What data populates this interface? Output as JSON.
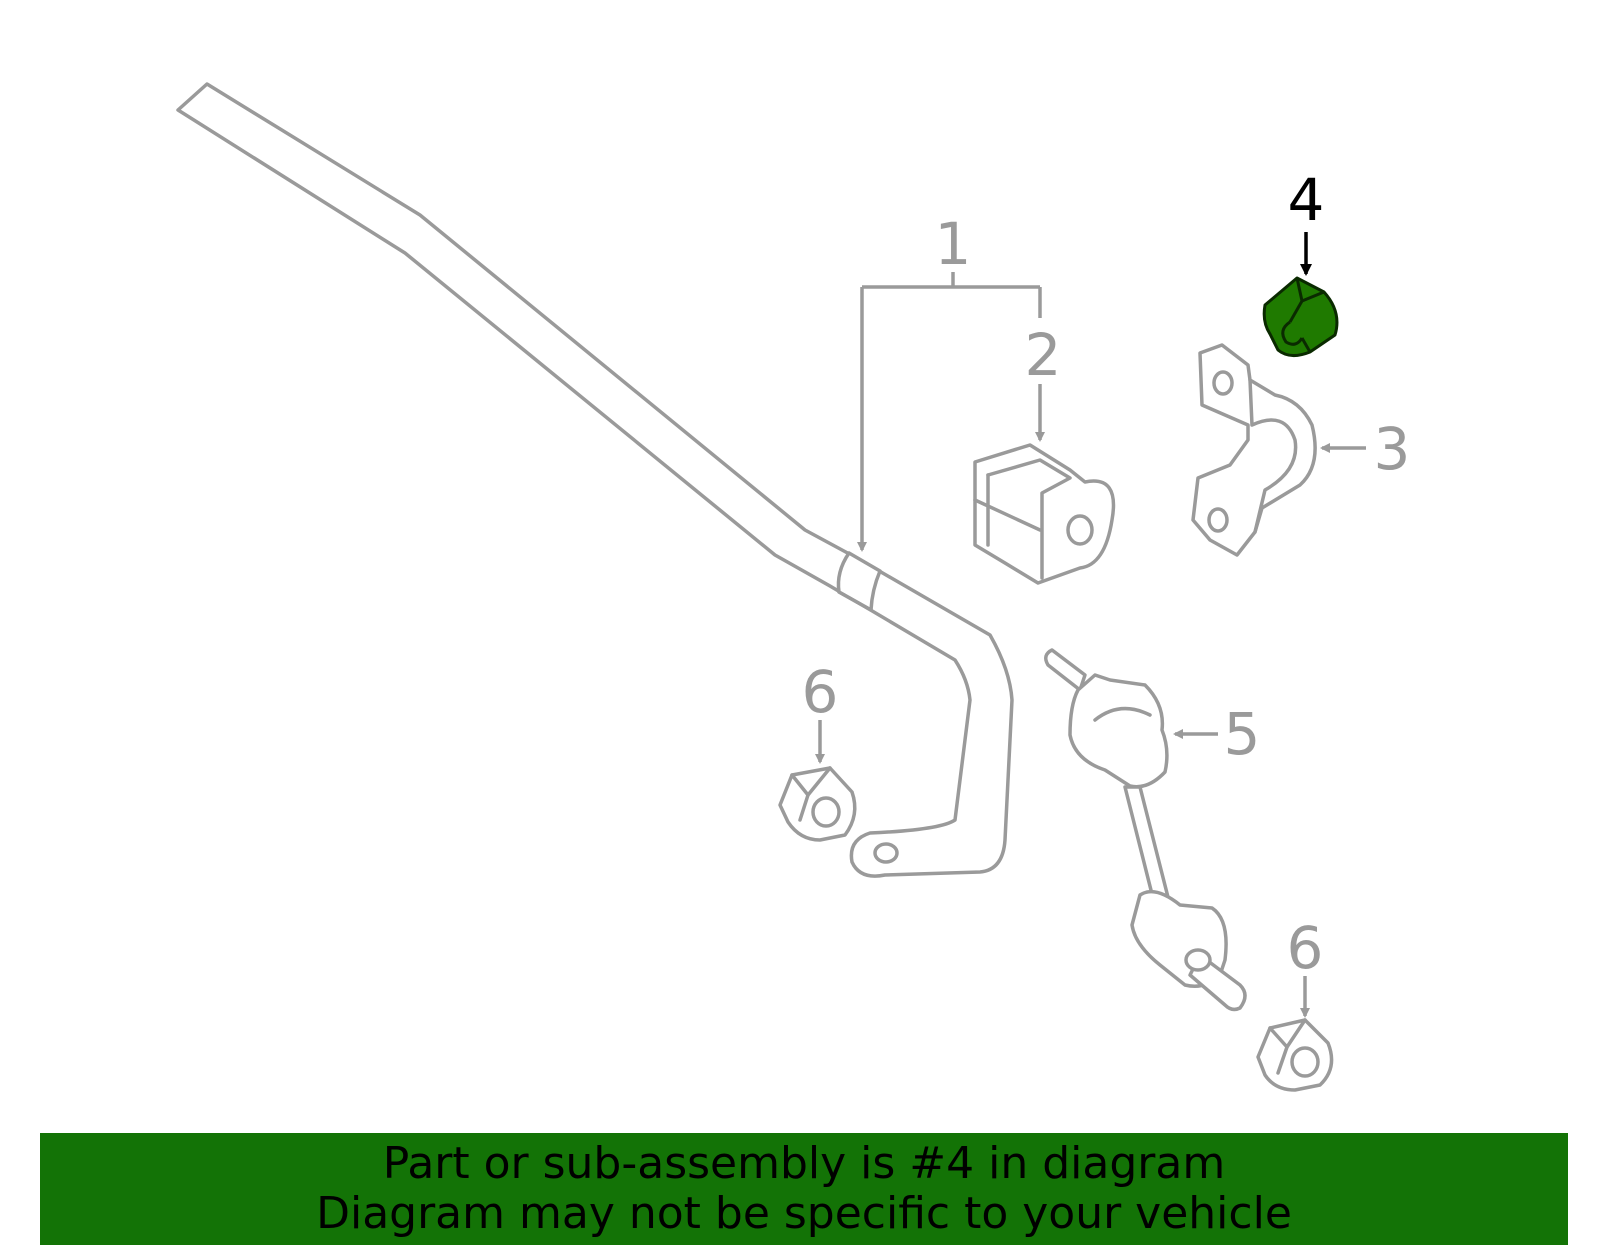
{
  "callouts": {
    "c1": "1",
    "c2": "2",
    "c3": "3",
    "c4": "4",
    "c5": "5",
    "c6a": "6",
    "c6b": "6"
  },
  "highlight": {
    "part_number": "4",
    "color": "#1f7a00"
  },
  "banner": {
    "line1": "Part or sub-assembly is #4 in diagram",
    "line2": "Diagram may not be specific to your vehicle",
    "background": "#137306"
  }
}
